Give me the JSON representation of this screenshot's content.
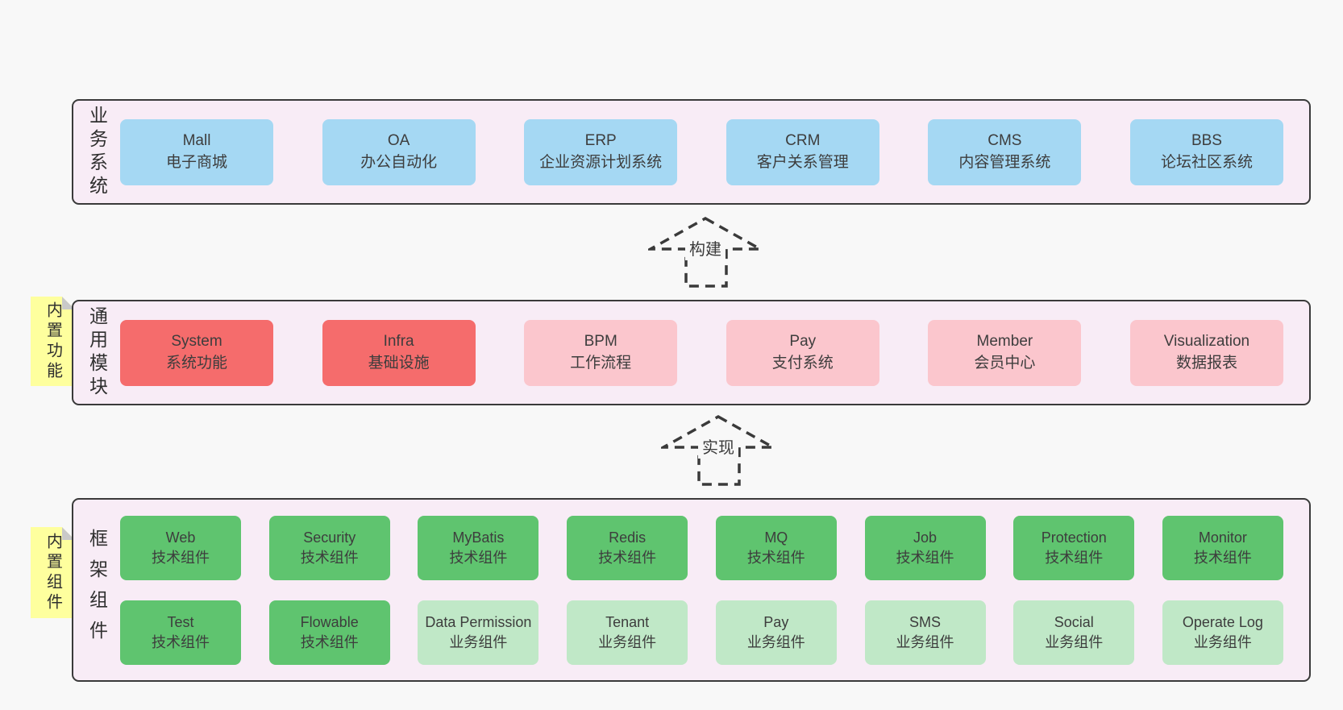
{
  "colors": {
    "page_bg": "#f8f8f8",
    "band_bg": "#f8ecf6",
    "band_border": "#3a3a3a",
    "blue_box": "#a5d8f3",
    "red_box": "#f56c6c",
    "pink_box": "#fbc6cd",
    "green_box": "#5fc46f",
    "green_light_box": "#c0e8c7",
    "sticky_yellow": "#feff9e",
    "sticky_fold": "#c9c9c9"
  },
  "arrows": [
    {
      "label": "构建"
    },
    {
      "label": "实现"
    }
  ],
  "bands": [
    {
      "label": "业务系统",
      "boxes": [
        {
          "title": "Mall",
          "subtitle": "电子商城"
        },
        {
          "title": "OA",
          "subtitle": "办公自动化"
        },
        {
          "title": "ERP",
          "subtitle": "企业资源计划系统"
        },
        {
          "title": "CRM",
          "subtitle": "客户关系管理"
        },
        {
          "title": "CMS",
          "subtitle": "内容管理系统"
        },
        {
          "title": "BBS",
          "subtitle": "论坛社区系统"
        }
      ]
    },
    {
      "label": "通用模块",
      "sticky": "内置功能",
      "boxes": [
        {
          "title": "System",
          "subtitle": "系统功能"
        },
        {
          "title": "Infra",
          "subtitle": "基础设施"
        },
        {
          "title": "BPM",
          "subtitle": "工作流程"
        },
        {
          "title": "Pay",
          "subtitle": "支付系统"
        },
        {
          "title": "Member",
          "subtitle": "会员中心"
        },
        {
          "title": "Visualization",
          "subtitle": "数据报表"
        }
      ]
    },
    {
      "label": "框架组件",
      "sticky": "内置组件",
      "rows": [
        [
          {
            "title": "Web",
            "subtitle": "技术组件"
          },
          {
            "title": "Security",
            "subtitle": "技术组件"
          },
          {
            "title": "MyBatis",
            "subtitle": "技术组件"
          },
          {
            "title": "Redis",
            "subtitle": "技术组件"
          },
          {
            "title": "MQ",
            "subtitle": "技术组件"
          },
          {
            "title": "Job",
            "subtitle": "技术组件"
          },
          {
            "title": "Protection",
            "subtitle": "技术组件"
          },
          {
            "title": "Monitor",
            "subtitle": "技术组件"
          }
        ],
        [
          {
            "title": "Test",
            "subtitle": "技术组件"
          },
          {
            "title": "Flowable",
            "subtitle": "技术组件"
          },
          {
            "title": "Data Permission",
            "subtitle": "业务组件"
          },
          {
            "title": "Tenant",
            "subtitle": "业务组件"
          },
          {
            "title": "Pay",
            "subtitle": "业务组件"
          },
          {
            "title": "SMS",
            "subtitle": "业务组件"
          },
          {
            "title": "Social",
            "subtitle": "业务组件"
          },
          {
            "title": "Operate Log",
            "subtitle": "业务组件"
          }
        ]
      ]
    }
  ]
}
